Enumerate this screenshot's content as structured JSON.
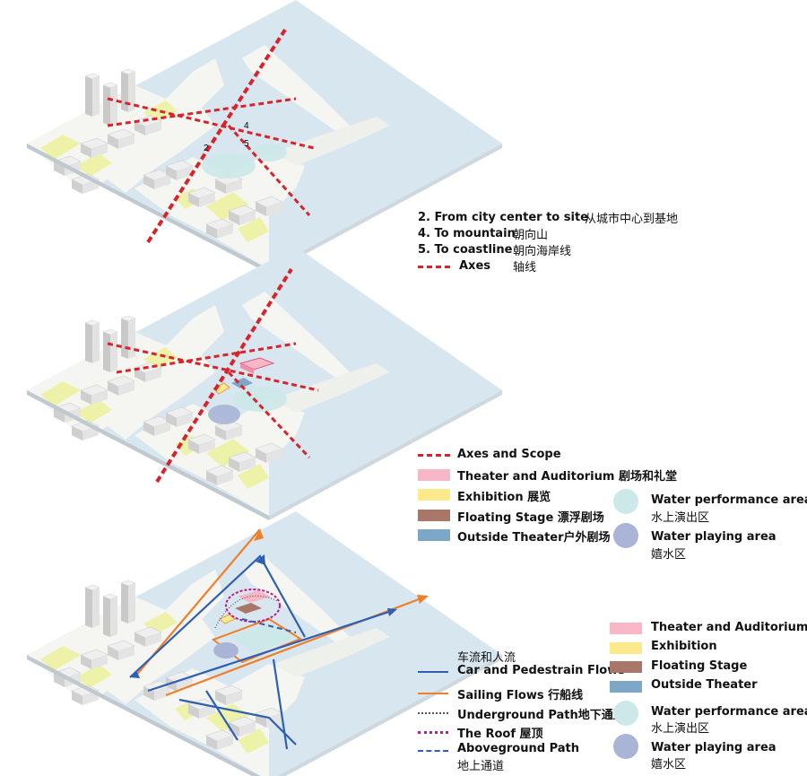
{
  "panel1": {
    "legend": {
      "item2_en": "2. From city center to site",
      "item2_cn": "从城市中心到基地",
      "item4_en": "4. To mountain",
      "item4_cn": "朝向山",
      "item5_en": "5. To coastline",
      "item5_cn": "朝向海岸线",
      "axes_en": "Axes",
      "axes_cn": "轴线"
    },
    "map_labels": {
      "n2": "2",
      "n4": "4",
      "n5": "5"
    }
  },
  "panel2": {
    "legend": {
      "axes_scope": "Axes and Scope",
      "theater": "Theater and  Auditorium 剧场和礼堂",
      "exhibition": "Exhibition 展览",
      "floating": "Floating Stage 漂浮剧场",
      "outside": "Outside Theater户外剧场",
      "water_perf_en": "Water performance area",
      "water_perf_cn": "水上演出区",
      "water_play_en": "Water playing area",
      "water_play_cn": "嬉水区"
    }
  },
  "panel3": {
    "legend": {
      "flows_cn": "车流和人流",
      "car_ped": "Car and Pedestrain Flows",
      "sailing": "Sailing Flows 行船线",
      "underground": "Underground Path地下通道",
      "roof": "The Roof 屋顶",
      "aboveground_en": "Aboveground Path",
      "aboveground_cn": "地上通道",
      "theater": "Theater and  Auditorium",
      "exhibition": "Exhibition",
      "floating": "Floating Stage",
      "outside": "Outside Theater",
      "water_perf_en": "Water performance area",
      "water_perf_cn": "水上演出区",
      "water_play_en": "Water playing area",
      "water_play_cn": "嬉水区"
    }
  },
  "colors": {
    "water": "#d8e6ef",
    "land": "#f5f6f2",
    "green": "#eef2a8",
    "building": "#dcdcdc",
    "axes_red": "#d9232a",
    "theater_pink": "#f7b7c6",
    "exhibition_yellow": "#fbe98b",
    "floating_brown": "#a8776a",
    "outside_blue": "#7da7c6",
    "water_perf": "#cce8e8",
    "water_play": "#a9b4d6",
    "car_blue": "#2d5fb4",
    "sailing_orange": "#ef7f2a",
    "roof_magenta": "#c2188a"
  }
}
